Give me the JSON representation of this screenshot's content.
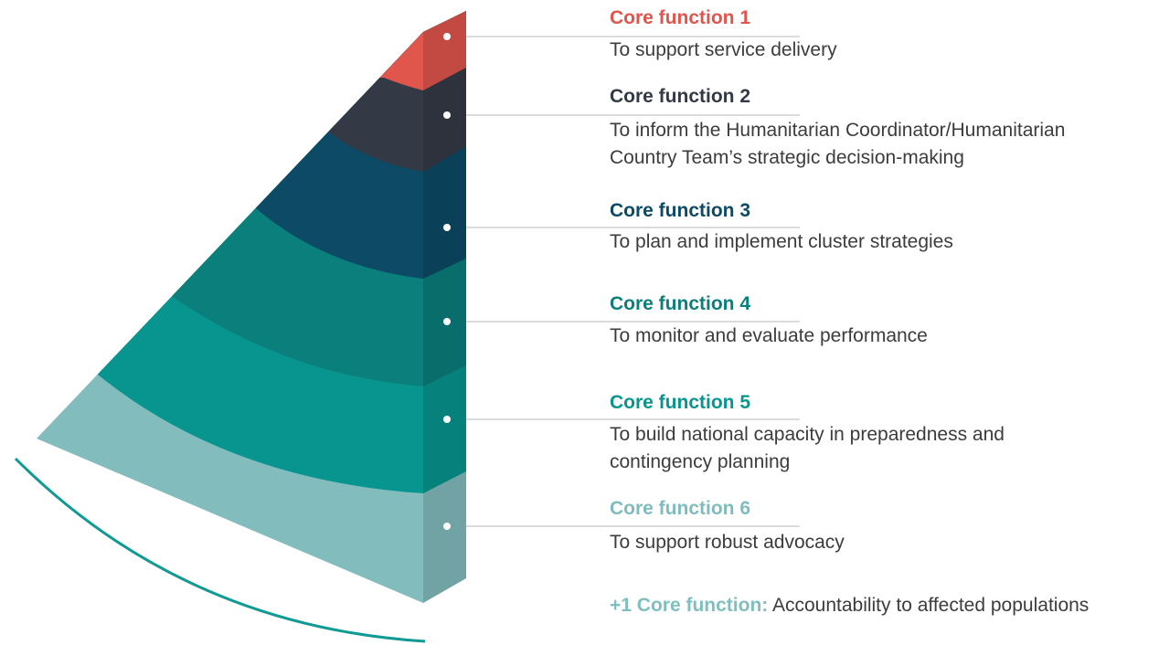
{
  "functions": [
    {
      "title": "Core function 1",
      "color": "#e0554c",
      "lines": [
        "To support service delivery"
      ]
    },
    {
      "title": "Core function 2",
      "color": "#343a45",
      "lines": [
        "To inform the Humanitarian Coordinator/Humanitarian",
        "Country Team’s strategic decision-making"
      ]
    },
    {
      "title": "Core function 3",
      "color": "#0c4a66",
      "lines": [
        "To plan and implement cluster strategies"
      ]
    },
    {
      "title": "Core function 4",
      "color": "#0b7f7b",
      "lines": [
        "To monitor and evaluate performance"
      ]
    },
    {
      "title": "Core function 5",
      "color": "#08958f",
      "lines": [
        "To build national capacity in preparedness and",
        "contingency planning"
      ]
    },
    {
      "title": "Core function 6",
      "color": "#7fbdbd",
      "lines": [
        "To support robust advocacy"
      ]
    }
  ],
  "footer": {
    "prefix": "+1 Core function:",
    "text": "Accountability to affected populations",
    "prefix_color": "#80bfc0"
  },
  "colors": {
    "band_1": "#e0554c",
    "band_2": "#343a45",
    "band_3": "#0c4a66",
    "band_4": "#0b7f7b",
    "band_5": "#08958f",
    "band_6": "#82bcbd",
    "connector_line": "#c8c8c8",
    "outer_arc": "#119a93"
  }
}
